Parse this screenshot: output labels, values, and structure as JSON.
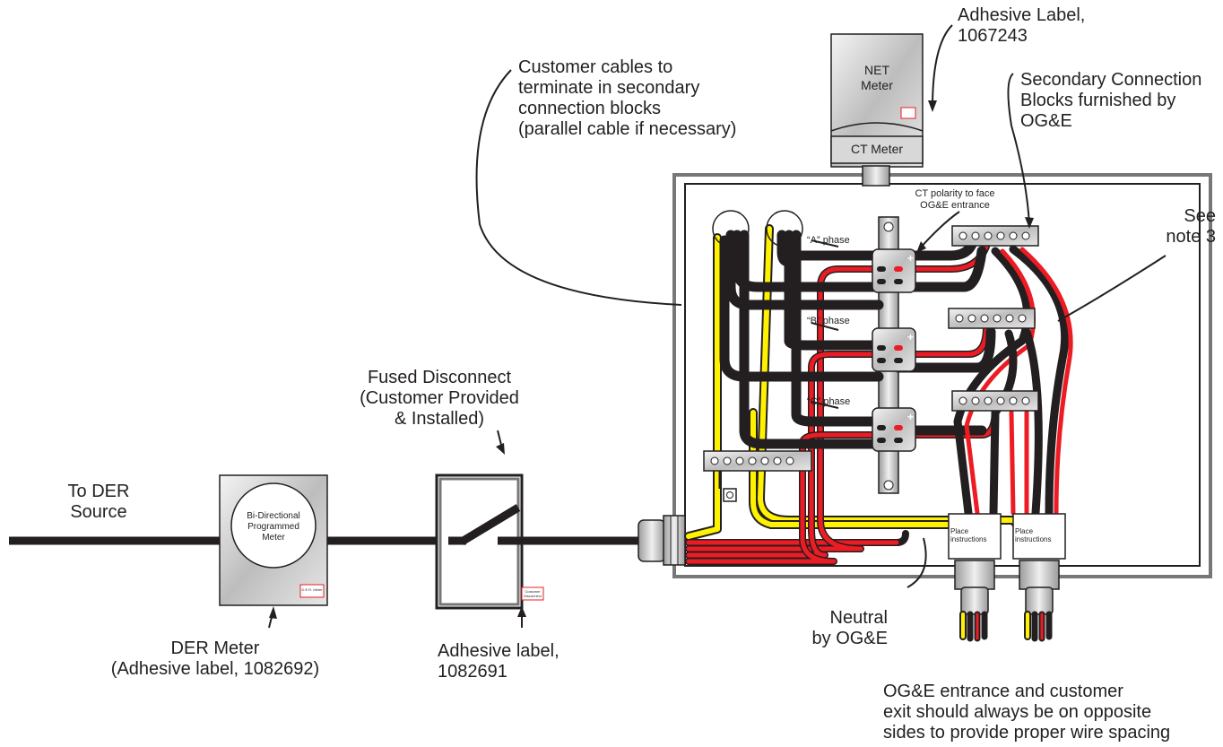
{
  "labels": {
    "adhesive_label_top": "Adhesive Label,\n1067243",
    "customer_cables": "Customer cables to\nterminate in secondary\nconnection blocks\n(parallel cable if necessary)",
    "secondary_blocks": "Secondary Connection\nBlocks furnished by\nOG&E",
    "see_note": "See\nnote 3",
    "ct_polarity": "CT polarity to face\nOG&E entrance",
    "phase_a": "“A” phase",
    "phase_b": "“B” phase",
    "phase_c": "“C” phase",
    "fused_disconnect": "Fused Disconnect\n(Customer Provided\n& Installed)",
    "to_der": "To DER\nSource",
    "der_meter": "DER Meter\n(Adhesive label, 1082692)",
    "adhesive_label_bottom": "Adhesive label,\n1082691",
    "neutral": "Neutral\nby OG&E",
    "entrance_note": "OG&E entrance and customer\nexit should always be on opposite\nsides to provide proper wire spacing",
    "place_instructions_1": "Place\ninstructions",
    "place_instructions_2": "Place\ninstructions"
  },
  "meters": {
    "net_meter": "NET\nMeter",
    "ct_meter": "CT Meter",
    "bidirectional": "Bi-Directional\nProgrammed\nMeter",
    "der_tag": "D.E.R. Meter",
    "disconnect_tag": "Customer\nDisconnect"
  },
  "colors": {
    "black_wire": "#231f20",
    "red_wire": "#ed1c24",
    "yellow_wire": "#fff200",
    "enclosure": "#777777",
    "metal": "#c8c8c8"
  }
}
